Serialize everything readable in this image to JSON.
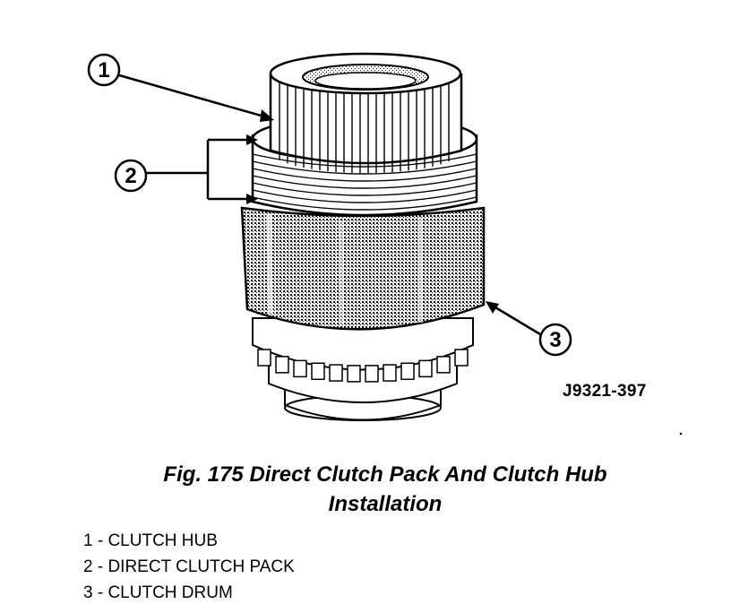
{
  "figure": {
    "callouts": [
      "1",
      "2",
      "3"
    ],
    "figure_id": "J9321-397"
  },
  "caption": {
    "line1": "Fig. 175 Direct Clutch Pack And Clutch Hub",
    "line2": "Installation"
  },
  "legend": [
    "1 - CLUTCH HUB",
    "2 - DIRECT CLUTCH PACK",
    "3 - CLUTCH DRUM"
  ]
}
